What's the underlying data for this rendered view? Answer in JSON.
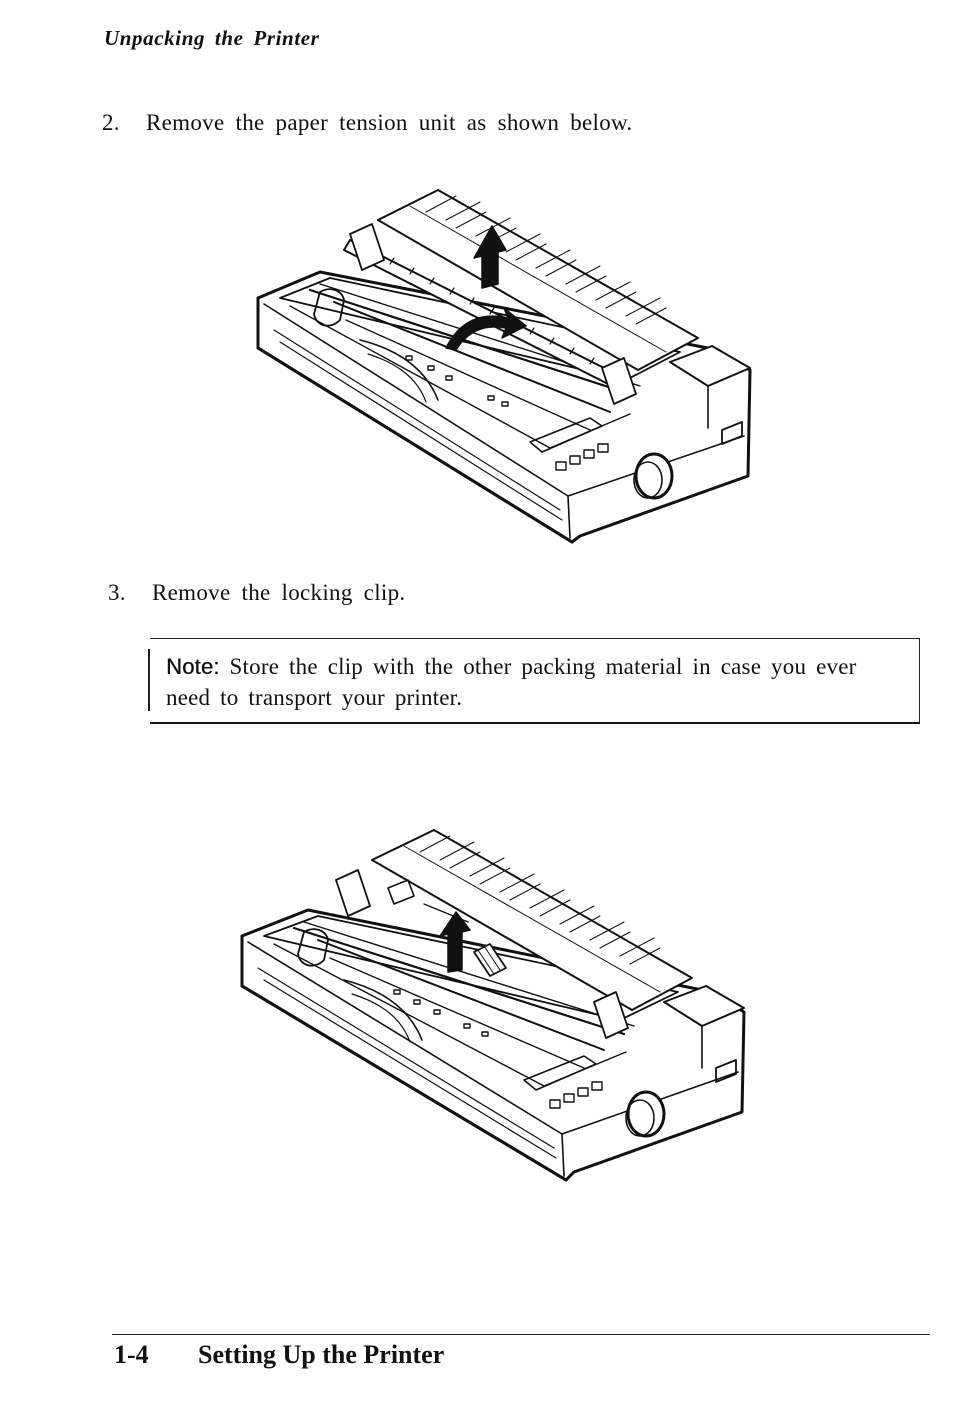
{
  "header": {
    "running_title": "Unpacking the Printer"
  },
  "steps": [
    {
      "number": "2.",
      "text": "Remove the paper tension unit as shown below."
    },
    {
      "number": "3.",
      "text": "Remove the locking clip."
    }
  ],
  "note": {
    "label": "Note:",
    "text": "Store the clip with the other packing material in case you ever need to transport your printer."
  },
  "figures": [
    {
      "icon": "printer-tension-unit-removal-illustration"
    },
    {
      "icon": "printer-locking-clip-removal-illustration"
    }
  ],
  "footer": {
    "page_number": "1-4",
    "section_title": "Setting Up the Printer"
  }
}
